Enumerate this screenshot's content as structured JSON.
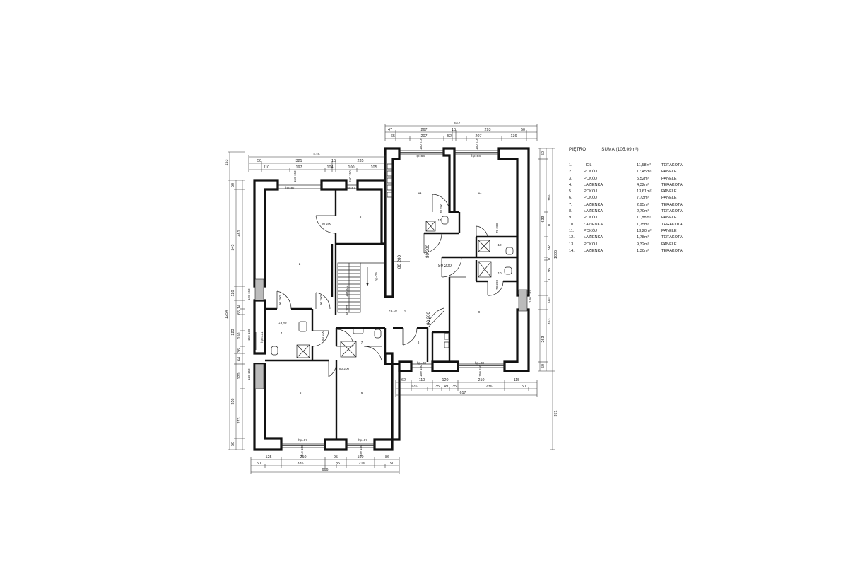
{
  "legend": {
    "title": "PIĘTRO",
    "total": "SUMA (105,09m²)",
    "rooms": [
      {
        "no": "1.",
        "name": "HOL",
        "area": "11,58m²",
        "floor": "TERAKOTA"
      },
      {
        "no": "2.",
        "name": "POKÓJ",
        "area": "17,45m²",
        "floor": "PANELE"
      },
      {
        "no": "3.",
        "name": "POKÓJ",
        "area": "5,52m²",
        "floor": "PANELE"
      },
      {
        "no": "4.",
        "name": "ŁAZIENKA",
        "area": "4,32m²",
        "floor": "TERAKOTA"
      },
      {
        "no": "5.",
        "name": "POKÓJ",
        "area": "13,61m²",
        "floor": "PANELE"
      },
      {
        "no": "6.",
        "name": "POKÓJ",
        "area": "7,73m²",
        "floor": "PANELE"
      },
      {
        "no": "7.",
        "name": "ŁAZIENKA",
        "area": "2,95m²",
        "floor": "TERAKOTA"
      },
      {
        "no": "8.",
        "name": "ŁAZIENKA",
        "area": "2,70m²",
        "floor": "TERAKOTA"
      },
      {
        "no": "9.",
        "name": "POKÓJ",
        "area": "11,88m²",
        "floor": "PANELE"
      },
      {
        "no": "10.",
        "name": "ŁAZIENKA",
        "area": "1,75m²",
        "floor": "TERAKOTA"
      },
      {
        "no": "11.",
        "name": "POKÓJ",
        "area": "13,20m²",
        "floor": "PANELE"
      },
      {
        "no": "12.",
        "name": "ŁAZIENKA",
        "area": "1,78m²",
        "floor": "TERAKOTA"
      },
      {
        "no": "13.",
        "name": "POKÓJ",
        "area": "9,32m²",
        "floor": "PANELE"
      },
      {
        "no": "14.",
        "name": "ŁAZIENKA",
        "area": "1,30m²",
        "floor": "TERAKOTA"
      }
    ]
  },
  "dims": {
    "top_overall": "616",
    "top_right_overall": "667",
    "top_row1": [
      "50",
      "321",
      "10",
      "235"
    ],
    "top_row2": [
      "110",
      "197",
      "104",
      "100",
      "105"
    ],
    "top_right_row1": [
      "47",
      "267",
      "10",
      "293",
      "50"
    ],
    "top_right_row2": [
      "65",
      "207",
      "52",
      "207",
      "136"
    ],
    "bottom_overall": "666",
    "bottom_row1": [
      "125",
      "210",
      "95",
      "150",
      "86"
    ],
    "bottom_row2": [
      "50",
      "335",
      "35",
      "216",
      "50"
    ],
    "bottom_right_overall": "617",
    "bottom_right_row1": [
      "62",
      "110",
      "120",
      "210",
      "115"
    ],
    "bottom_right_row2": [
      "176",
      "35",
      "49",
      "35",
      "236",
      "50"
    ],
    "left_overall": "1254",
    "left_top": "153",
    "left_outer": [
      "50",
      "543",
      "120",
      "223",
      "358",
      "50"
    ],
    "left_inner": [
      "461",
      "14",
      "66",
      "150",
      "36",
      "64",
      "120",
      "273"
    ],
    "right_overall": "1036",
    "right_bottom": "371",
    "right_outer": [
      "50",
      "633",
      "263",
      "50"
    ],
    "right_inner": [
      "366",
      "10",
      "92",
      "10",
      "95",
      "10",
      "140",
      "353"
    ]
  },
  "plan_labels": {
    "rooms": [
      "1",
      "2",
      "3",
      "4",
      "5",
      "6",
      "7",
      "8",
      "9",
      "10",
      "11",
      "11",
      "12",
      "14"
    ],
    "levels": [
      "+3,22",
      "+3,10"
    ],
    "sills": [
      "hp=87",
      "hp=87",
      "hp=88",
      "hp=88",
      "hp=88",
      "hp=88",
      "hp=87",
      "hp=87",
      "hp=121"
    ],
    "stairs": "13x20,3",
    "stair_hp": "hp=25",
    "windows": [
      "150 150",
      "150 150",
      "150 210",
      "150 210",
      "150 150",
      "150 150",
      "210 150",
      "150 150"
    ],
    "door_big": [
      "80 200",
      "80 200",
      "80 200",
      "80 200"
    ],
    "doors_small": [
      "80 200",
      "70 200",
      "90 200",
      "90 200",
      "80 200",
      "80 200",
      "80 200",
      "70 200",
      "70 200"
    ],
    "side_windows": [
      "120 150",
      "120 150",
      "150 100",
      "140 120"
    ]
  }
}
